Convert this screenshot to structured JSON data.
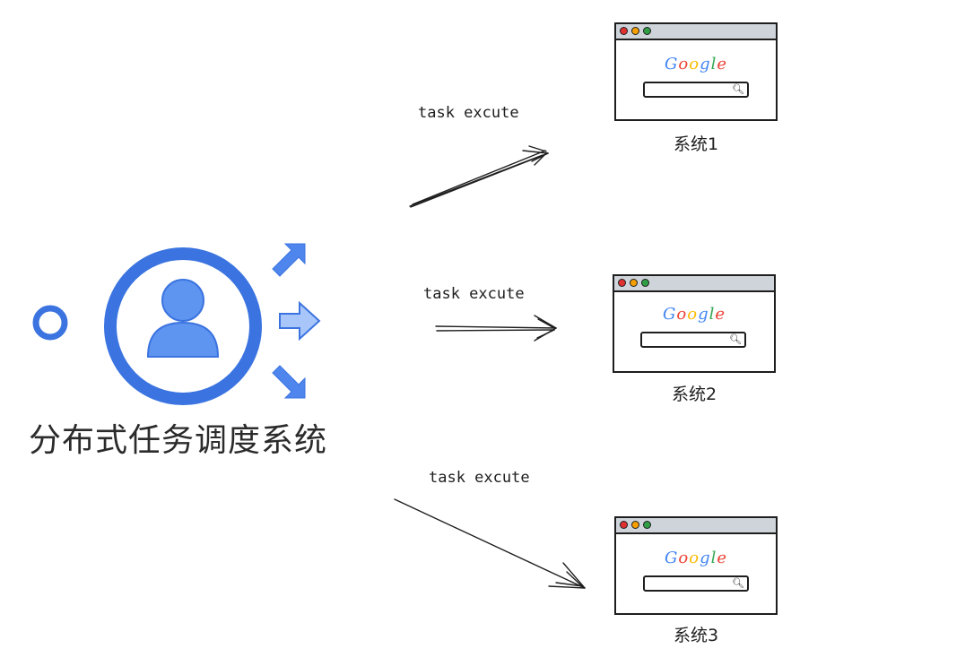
{
  "scheduler": {
    "title": "分布式任务调度系统"
  },
  "edges": [
    {
      "label": "task excute"
    },
    {
      "label": "task excute"
    },
    {
      "label": "task excute"
    }
  ],
  "systems": [
    {
      "name": "系统1",
      "logo": [
        "G",
        "o",
        "o",
        "g",
        "l",
        "e"
      ]
    },
    {
      "name": "系统2",
      "logo": [
        "G",
        "o",
        "o",
        "g",
        "l",
        "e"
      ]
    },
    {
      "name": "系统3",
      "logo": [
        "G",
        "o",
        "o",
        "g",
        "l",
        "e"
      ]
    }
  ],
  "colors": {
    "accent_dark": "#3b74e0",
    "accent_light": "#6f9ef5",
    "person_fill": "#5e95f0",
    "window_dots": [
      "#e03131",
      "#f59f00",
      "#2f9e44"
    ],
    "logo_letters": [
      "#4285f4",
      "#ea4335",
      "#fbbc05",
      "#4285f4",
      "#34a853",
      "#ea4335"
    ]
  }
}
